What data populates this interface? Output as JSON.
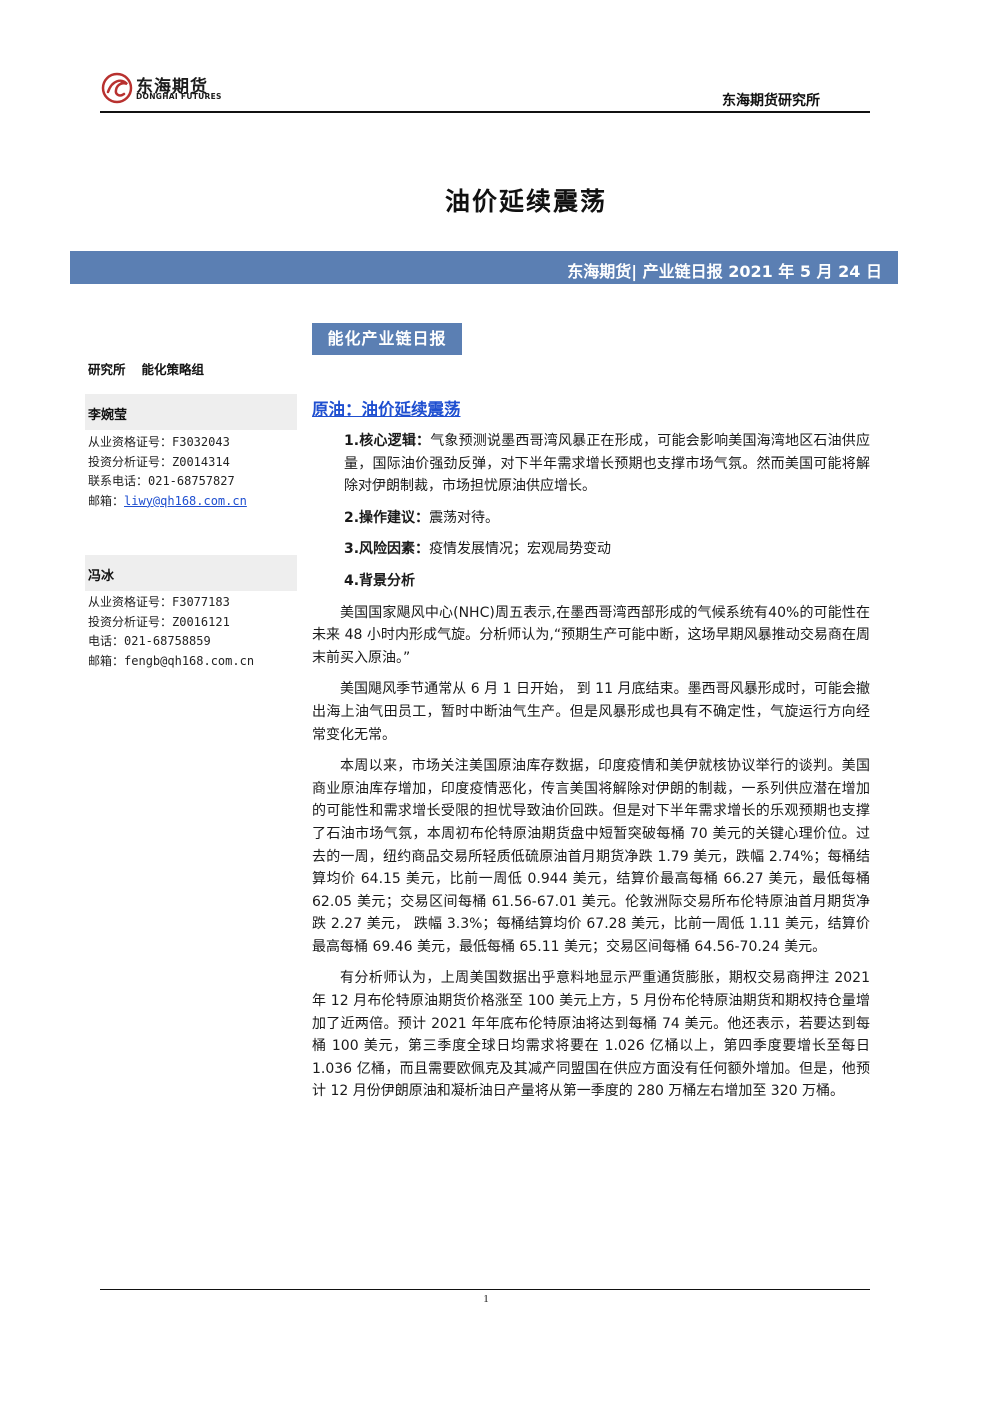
{
  "header": {
    "logo_cn": "东海期货",
    "logo_en": "DONGHAI FUTURES",
    "org": "东海期货研究所"
  },
  "title": "油价延续震荡",
  "banner": "东海期货| 产业链日报 2021 年 5 月 24 日",
  "section_tag": "能化产业链日报",
  "sidebar": {
    "team": [
      "研究所",
      "能化策略组"
    ],
    "analysts": [
      {
        "name": "李婉莹",
        "qualification": "从业资格证号：F3032043",
        "investment": "投资分析证号：Z0014314",
        "phone": "联系电话：021-68757827",
        "email_label": "邮箱：",
        "email": "liwy@qh168.com.cn"
      },
      {
        "name": "冯冰",
        "qualification": "从业资格证号：F3077183",
        "investment": "投资分析证号：Z0016121",
        "phone": "电话：021-68758859",
        "email_label": "邮箱：",
        "email": "fengb@qh168.com.cn"
      }
    ]
  },
  "main": {
    "heading": "原油：油价延续震荡",
    "items": [
      {
        "label": "1.核心逻辑：",
        "text": "气象预测说墨西哥湾风暴正在形成，可能会影响美国海湾地区石油供应量，国际油价强劲反弹，对下半年需求增长预期也支撑市场气氛。然而美国可能将解除对伊朗制裁，市场担忧原油供应增长。"
      },
      {
        "label": "2.操作建议：",
        "text": "震荡对待。"
      },
      {
        "label": "3.风险因素：",
        "text": "疫情发展情况；宏观局势变动"
      },
      {
        "label": "4.背景分析",
        "text": ""
      }
    ],
    "paragraphs": [
      "美国国家飓风中心(NHC)周五表示,在墨西哥湾西部形成的气候系统有40%的可能性在未来 48 小时内形成气旋。分析师认为,“预期生产可能中断，这场早期风暴推动交易商在周末前买入原油。”",
      "美国飓风季节通常从 6 月 1 日开始， 到 11 月底结束。墨西哥风暴形成时，可能会撤出海上油气田员工，暂时中断油气生产。但是风暴形成也具有不确定性，气旋运行方向经常变化无常。",
      "本周以来，市场关注美国原油库存数据，印度疫情和美伊就核协议举行的谈判。美国商业原油库存增加，印度疫情恶化，传言美国将解除对伊朗的制裁，一系列供应潜在增加的可能性和需求增长受限的担忧导致油价回跌。但是对下半年需求增长的乐观预期也支撑了石油市场气氛，本周初布伦特原油期货盘中短暂突破每桶 70 美元的关键心理价位。过去的一周，纽约商品交易所轻质低硫原油首月期货净跌 1.79 美元，跌幅 2.74%；每桶结算均价 64.15 美元，比前一周低 0.944 美元，结算价最高每桶 66.27 美元，最低每桶 62.05 美元；交易区间每桶 61.56-67.01 美元。伦敦洲际交易所布伦特原油首月期货净跌 2.27 美元， 跌幅 3.3%；每桶结算均价 67.28 美元，比前一周低 1.11 美元，结算价最高每桶 69.46 美元，最低每桶 65.11 美元；交易区间每桶 64.56-70.24 美元。",
      "有分析师认为，上周美国数据出乎意料地显示严重通货膨胀，期权交易商押注 2021 年 12 月布伦特原油期货价格涨至 100 美元上方，5 月份布伦特原油期货和期权持仓量增加了近两倍。预计 2021 年年底布伦特原油将达到每桶 74 美元。他还表示，若要达到每桶 100 美元，第三季度全球日均需求将要在 1.026 亿桶以上，第四季度要增长至每日 1.036 亿桶，而且需要欧佩克及其减产同盟国在供应方面没有任何额外增加。但是，他预计 12 月份伊朗原油和凝析油日产量将从第一季度的 280 万桶左右增加至 320 万桶。"
    ]
  },
  "footer": {
    "page": "1"
  },
  "colors": {
    "banner": "#5b7fb3",
    "link": "#1f4fd0",
    "logo_red": "#b8312f"
  }
}
